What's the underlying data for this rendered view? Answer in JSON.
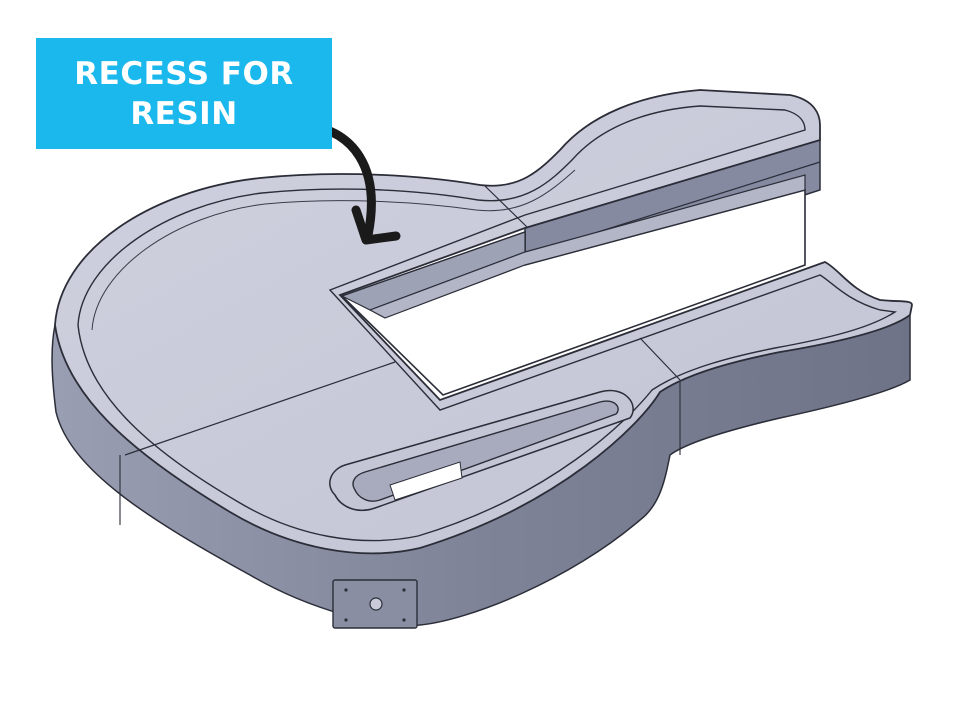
{
  "callout": {
    "line1": "RECESS FOR",
    "line2": "RESIN",
    "background": "#1ab8ec",
    "text_color": "#ffffff"
  },
  "arrow": {
    "icon": "curved-arrow-icon",
    "color": "#1a1a1a"
  },
  "model": {
    "subject": "guitar-body-cad-model",
    "fill_top": "#c9cbdb",
    "fill_side": "#8f93a7",
    "edge_color": "#2b2d38"
  }
}
